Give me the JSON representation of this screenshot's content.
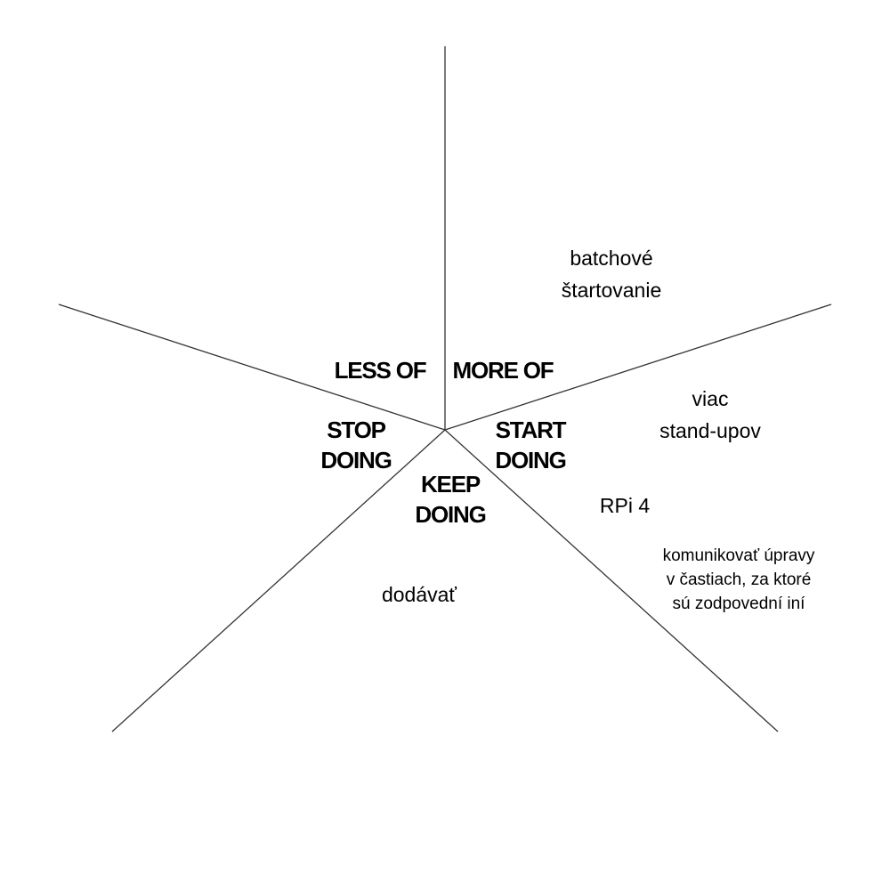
{
  "sections": {
    "less_of": "LESS OF",
    "more_of": "MORE OF",
    "stop_doing": [
      "STOP",
      "DOING"
    ],
    "start_doing": [
      "START",
      "DOING"
    ],
    "keep_doing": [
      "KEEP",
      "DOING"
    ]
  },
  "notes": {
    "more_of": [
      "batchové",
      "štartovanie"
    ],
    "start_doing_1": [
      "viac",
      "stand-upov"
    ],
    "start_doing_2": "RPi 4",
    "start_doing_3": [
      "komunikovať úpravy",
      "v častiach, za ktoré",
      "sú zodpovední iní"
    ],
    "keep_doing": "dodávať"
  },
  "colors": {
    "line": "#333333",
    "text": "#000000",
    "background": "#ffffff"
  }
}
